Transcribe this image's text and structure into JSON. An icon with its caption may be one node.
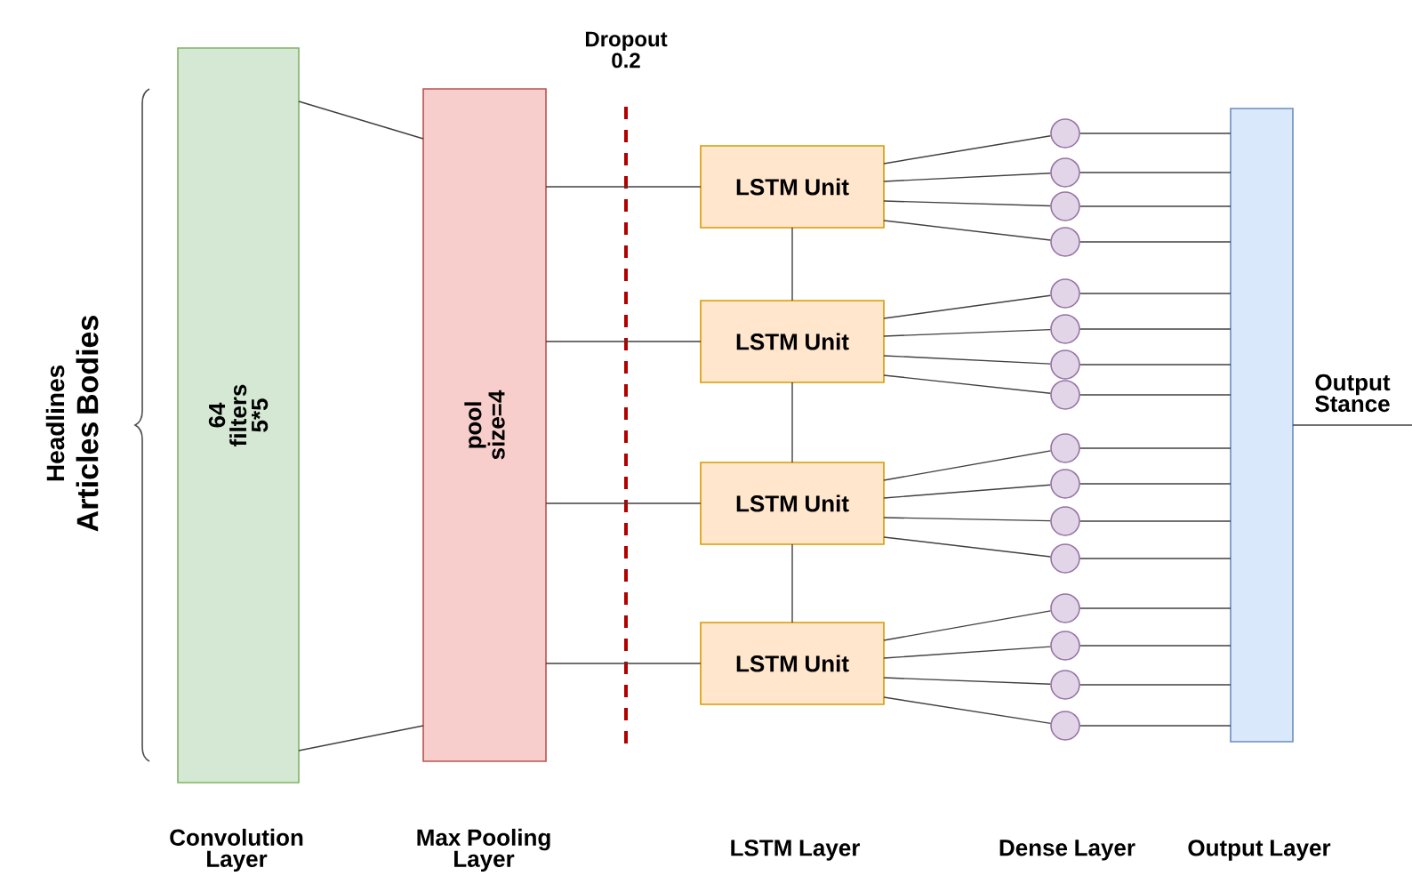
{
  "diagram": {
    "nodes": [
      {
        "text": [
          "64 filters 5*5"
        ]
      },
      {
        "text": [
          "pool size=4"
        ]
      },
      {
        "text": [
          "LSTM Unit"
        ]
      },
      {
        "text": [
          "LSTM Unit"
        ]
      },
      {
        "text": [
          "LSTM Unit"
        ]
      },
      {
        "text": [
          "LSTM Unit"
        ]
      },
      {
        "text": [],
        "shape": "circle"
      },
      {
        "text": [],
        "shape": "circle"
      },
      {
        "text": [],
        "shape": "circle"
      },
      {
        "text": [],
        "shape": "circle"
      },
      {
        "text": [],
        "shape": "circle"
      },
      {
        "text": [],
        "shape": "circle"
      },
      {
        "text": [],
        "shape": "circle"
      },
      {
        "text": [],
        "shape": "circle"
      },
      {
        "text": [],
        "shape": "circle"
      },
      {
        "text": [],
        "shape": "circle"
      },
      {
        "text": [],
        "shape": "circle"
      },
      {
        "text": [],
        "shape": "circle"
      },
      {
        "text": [],
        "shape": "circle"
      },
      {
        "text": [],
        "shape": "circle"
      },
      {
        "text": [],
        "shape": "circle"
      },
      {
        "text": [],
        "shape": "circle"
      },
      {
        "text": [],
        "shape": "box"
      }
    ],
    "edges": [
      {
        "from": 0,
        "to": 1,
        "arrow": "none"
      },
      {
        "from": 0,
        "to": 1,
        "arrow": "none"
      },
      {
        "from": 1,
        "to": 2,
        "arrow": "none"
      },
      {
        "from": 1,
        "to": 3,
        "arrow": "none"
      },
      {
        "from": 1,
        "to": 4,
        "arrow": "none"
      },
      {
        "from": 1,
        "to": 5,
        "arrow": "none"
      },
      {
        "from": 2,
        "to": 3,
        "arrow": "none"
      },
      {
        "from": 3,
        "to": 4,
        "arrow": "none"
      },
      {
        "from": 4,
        "to": 5,
        "arrow": "none"
      },
      {
        "from": 2,
        "to": 6,
        "arrow": "none"
      },
      {
        "from": 2,
        "to": 7,
        "arrow": "none"
      },
      {
        "from": 2,
        "to": 8,
        "arrow": "none"
      },
      {
        "from": 2,
        "to": 9,
        "arrow": "none"
      },
      {
        "from": 3,
        "to": 10,
        "arrow": "none"
      },
      {
        "from": 3,
        "to": 11,
        "arrow": "none"
      },
      {
        "from": 3,
        "to": 12,
        "arrow": "none"
      },
      {
        "from": 3,
        "to": 13,
        "arrow": "none"
      },
      {
        "from": 4,
        "to": 14,
        "arrow": "none"
      },
      {
        "from": 4,
        "to": 15,
        "arrow": "none"
      },
      {
        "from": 4,
        "to": 16,
        "arrow": "none"
      },
      {
        "from": 4,
        "to": 17,
        "arrow": "none"
      },
      {
        "from": 5,
        "to": 18,
        "arrow": "none"
      },
      {
        "from": 5,
        "to": 19,
        "arrow": "none"
      },
      {
        "from": 5,
        "to": 20,
        "arrow": "none"
      },
      {
        "from": 5,
        "to": 21,
        "arrow": "none"
      },
      {
        "from": 6,
        "to": 22,
        "arrow": "none"
      },
      {
        "from": 7,
        "to": 22,
        "arrow": "none"
      },
      {
        "from": 8,
        "to": 22,
        "arrow": "none"
      },
      {
        "from": 9,
        "to": 22,
        "arrow": "none"
      },
      {
        "from": 10,
        "to": 22,
        "arrow": "none"
      },
      {
        "from": 11,
        "to": 22,
        "arrow": "none"
      },
      {
        "from": 12,
        "to": 22,
        "arrow": "none"
      },
      {
        "from": 13,
        "to": 22,
        "arrow": "none"
      },
      {
        "from": 14,
        "to": 22,
        "arrow": "none"
      },
      {
        "from": 15,
        "to": 22,
        "arrow": "none"
      },
      {
        "from": 16,
        "to": 22,
        "arrow": "none"
      },
      {
        "from": 17,
        "to": 22,
        "arrow": "none"
      },
      {
        "from": 18,
        "to": 22,
        "arrow": "none"
      },
      {
        "from": 19,
        "to": 22,
        "arrow": "none"
      },
      {
        "from": 20,
        "to": 22,
        "arrow": "none"
      },
      {
        "from": 21,
        "to": 22,
        "arrow": "none"
      },
      {
        "from": 22,
        "to": null,
        "arrow": "none",
        "label": "Output Stance"
      }
    ],
    "labels": [
      "Dropout 0.2",
      "Headlines",
      "Articles Bodies",
      "Convolution Layer",
      "Max Pooling Layer",
      "LSTM Layer",
      "Dense Layer",
      "Output Layer"
    ]
  }
}
